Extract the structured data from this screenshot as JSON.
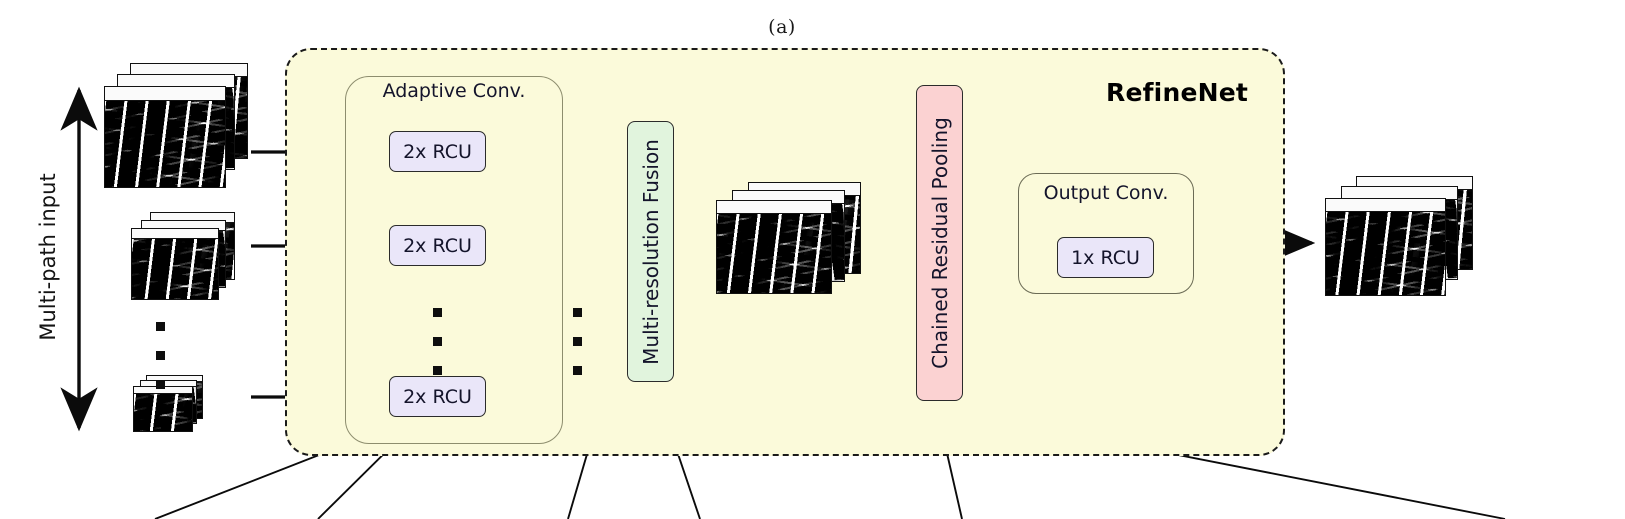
{
  "figure": {
    "panel_label": "(a)",
    "brand": "RefineNet",
    "brand_logo_icon": "neural-network-icon"
  },
  "input": {
    "axis_label": "Multi-path input",
    "axis_icon": "up-arrow-icon",
    "ellipsis_icon": "vertical-ellipsis-icon",
    "stacks": [
      {
        "name": "input-feature-stack-1"
      },
      {
        "name": "input-feature-stack-2"
      },
      {
        "name": "input-feature-stack-3"
      }
    ]
  },
  "blocks": {
    "adaptive_conv": {
      "title": "Adaptive Conv.",
      "units": [
        {
          "label": "2x RCU"
        },
        {
          "label": "2x RCU"
        },
        {
          "label": "2x RCU"
        }
      ],
      "ellipsis_icon": "vertical-ellipsis-icon"
    },
    "fusion": {
      "label": "Multi-resolution Fusion",
      "color": "#e1f4dd"
    },
    "chained_residual_pooling": {
      "label": "Chained Residual Pooling",
      "color": "#fbd2d2"
    },
    "output_conv": {
      "title": "Output Conv.",
      "unit": {
        "label": "1x RCU"
      }
    }
  },
  "intermediate": {
    "feature_stack_name": "fused-feature-stack"
  },
  "output": {
    "feature_stack_name": "output-feature-stack"
  },
  "colors": {
    "refinenet_fill": "#fbfada",
    "refinenet_border": "#1a1a1a",
    "rcu_fill": "#eae6f9",
    "fusion_fill": "#e1f4dd",
    "crp_fill": "#fbd2d2",
    "page_background": "#ffffff"
  },
  "connectors": {
    "arrow_icon": "right-arrow-icon",
    "callout_icon": "callout-line-icon"
  }
}
